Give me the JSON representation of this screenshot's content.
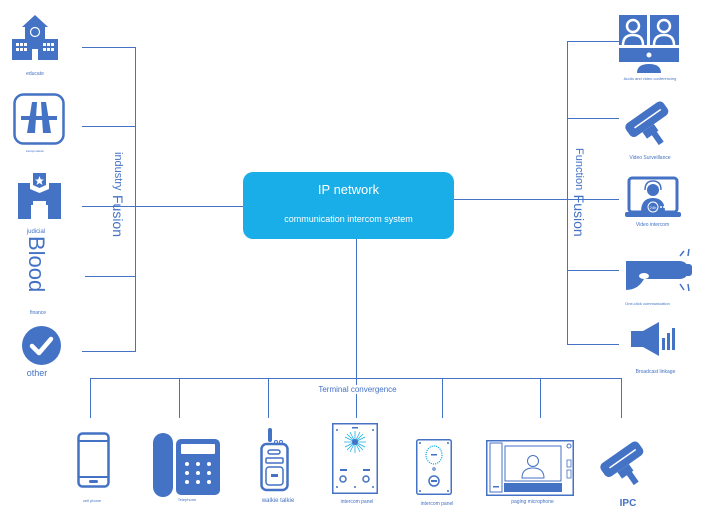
{
  "hub": {
    "title": "IP network",
    "subtitle": "communication intercom system"
  },
  "industry": {
    "label_small": "industry",
    "label_big": "Fusion",
    "items": [
      {
        "label": "educate",
        "icon": "school-icon"
      },
      {
        "label": "transportation",
        "icon": "highway-icon"
      },
      {
        "label": "judicial",
        "icon": "courthouse-icon"
      },
      {
        "label": "Blood",
        "icon": ""
      },
      {
        "label": "finance",
        "icon": ""
      },
      {
        "label": "other",
        "icon": "check-circle-icon"
      }
    ]
  },
  "function": {
    "label_small": "Function",
    "label_big": "Fusion",
    "items": [
      {
        "label": "Audio and video conferencing",
        "icon": "video-conference-icon"
      },
      {
        "label": "Video Surveillance",
        "icon": "security-camera-icon"
      },
      {
        "label": "Video intercom",
        "icon": "support-agent-icon"
      },
      {
        "label": "One-click communication",
        "icon": "push-button-icon"
      },
      {
        "label": "Broadcast linkage",
        "icon": "speaker-icon"
      }
    ]
  },
  "terminal": {
    "label": "Terminal convergence",
    "items": [
      {
        "label": "cell phone",
        "icon": "mobile-phone-icon"
      },
      {
        "label": "Telephone",
        "icon": "desk-phone-icon"
      },
      {
        "label": "walkie talkie",
        "icon": "walkie-talkie-icon"
      },
      {
        "label": "intercom panel",
        "icon": "intercom-panel-icon"
      },
      {
        "label": "intercom panel",
        "icon": "intercom-panel-small-icon"
      },
      {
        "label": "paging microphone",
        "icon": "paging-console-icon"
      },
      {
        "label": "IPC",
        "icon": "ip-camera-icon"
      }
    ]
  },
  "colors": {
    "accent": "#4472c4",
    "hub": "#19aee8"
  }
}
